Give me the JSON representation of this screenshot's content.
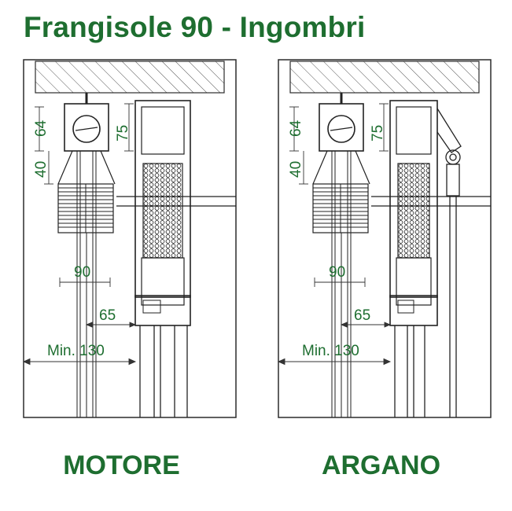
{
  "title": "Frangisole 90 - Ingombri",
  "colors": {
    "accent": "#1e6e30",
    "line": "#2b2b2b",
    "hatch": "#555555"
  },
  "panels": [
    {
      "caption": "MOTORE",
      "dims": {
        "d64": "64",
        "d75": "75",
        "d40": "40",
        "d90": "90",
        "d65": "65",
        "dmin": "Min. 130"
      }
    },
    {
      "caption": "ARGANO",
      "dims": {
        "d64": "64",
        "d75": "75",
        "d40": "40",
        "d90": "90",
        "d65": "65",
        "dmin": "Min. 130"
      }
    }
  ]
}
